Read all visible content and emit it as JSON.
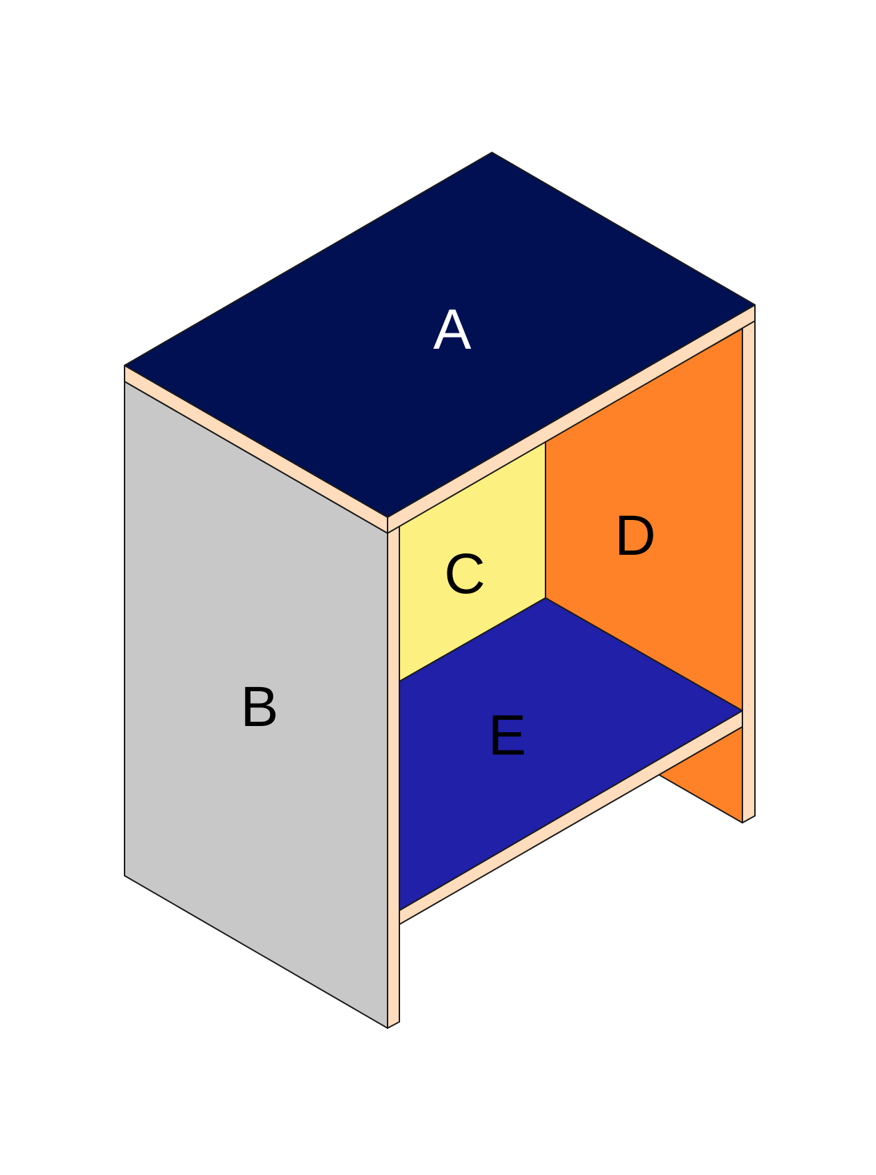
{
  "diagram": {
    "labels": {
      "top_panel": "A",
      "side_panel": "B",
      "back_left_panel": "C",
      "back_right_panel": "D",
      "shelf_panel": "E"
    },
    "colors": {
      "top_panel": "#001052",
      "side_panel": "#c8c8c8",
      "back_left_panel": "#fcf080",
      "back_right_panel": "#ff8228",
      "shelf_panel": "#2020a8",
      "panel_edge": "#ffdcbc",
      "outline": "#1a1a1a",
      "label_on_dark": "#ffffff",
      "label_on_light": "#000000"
    }
  }
}
